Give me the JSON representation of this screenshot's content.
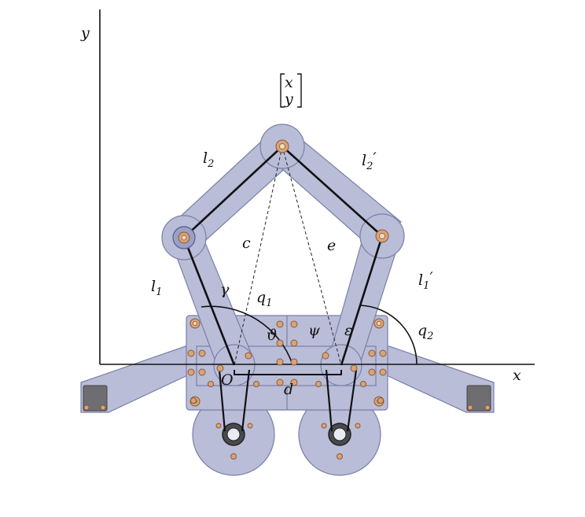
{
  "labels": {
    "y_axis": "y",
    "x_axis": "x",
    "target_top": "x",
    "target_bottom": "y",
    "l2": "l",
    "l2_sub": "2",
    "l2p": "l",
    "l2p_sub": "2",
    "l2p_prime": "′",
    "l1": "l",
    "l1_sub": "1",
    "l1p": "l",
    "l1p_sub": "1",
    "l1p_prime": "′",
    "c": "c",
    "e": "e",
    "gamma": "γ",
    "q1": "q",
    "q1_sub": "1",
    "q2": "q",
    "q2_sub": "2",
    "theta": "ϑ",
    "psi": "ψ",
    "epsilon": "ε",
    "origin": "O",
    "d": "d"
  },
  "colors": {
    "material": "#b9bdd8",
    "material_edge": "#7a80a6",
    "screw": "#d9a37a",
    "linkage": "#111111"
  }
}
